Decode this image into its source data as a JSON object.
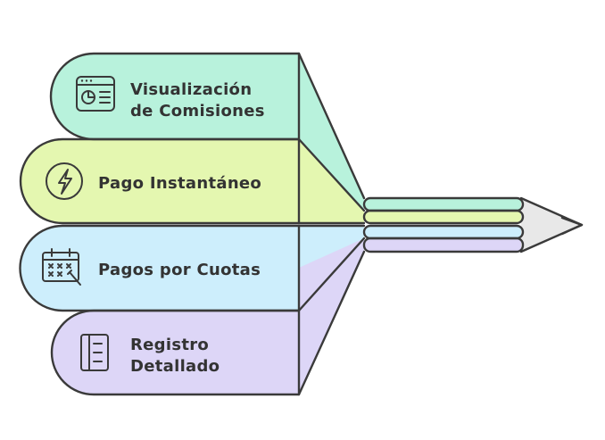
{
  "diagram": {
    "items": [
      {
        "id": "visualizacion",
        "lines": [
          "Visualización",
          "de Comisiones"
        ],
        "icon": "dashboard-icon",
        "color": "#b8f2dc"
      },
      {
        "id": "pago-instantaneo",
        "lines": [
          "Pago Instantáneo"
        ],
        "icon": "lightning-icon",
        "color": "#e4f7b0"
      },
      {
        "id": "pagos-cuotas",
        "lines": [
          "Pagos por Cuotas"
        ],
        "icon": "calendar-icon",
        "color": "#cdeefc"
      },
      {
        "id": "registro",
        "lines": [
          "Registro",
          "Detallado"
        ],
        "icon": "document-icon",
        "color": "#ddd6f7"
      }
    ],
    "pencil_tip_color": "#e8e8e8"
  }
}
